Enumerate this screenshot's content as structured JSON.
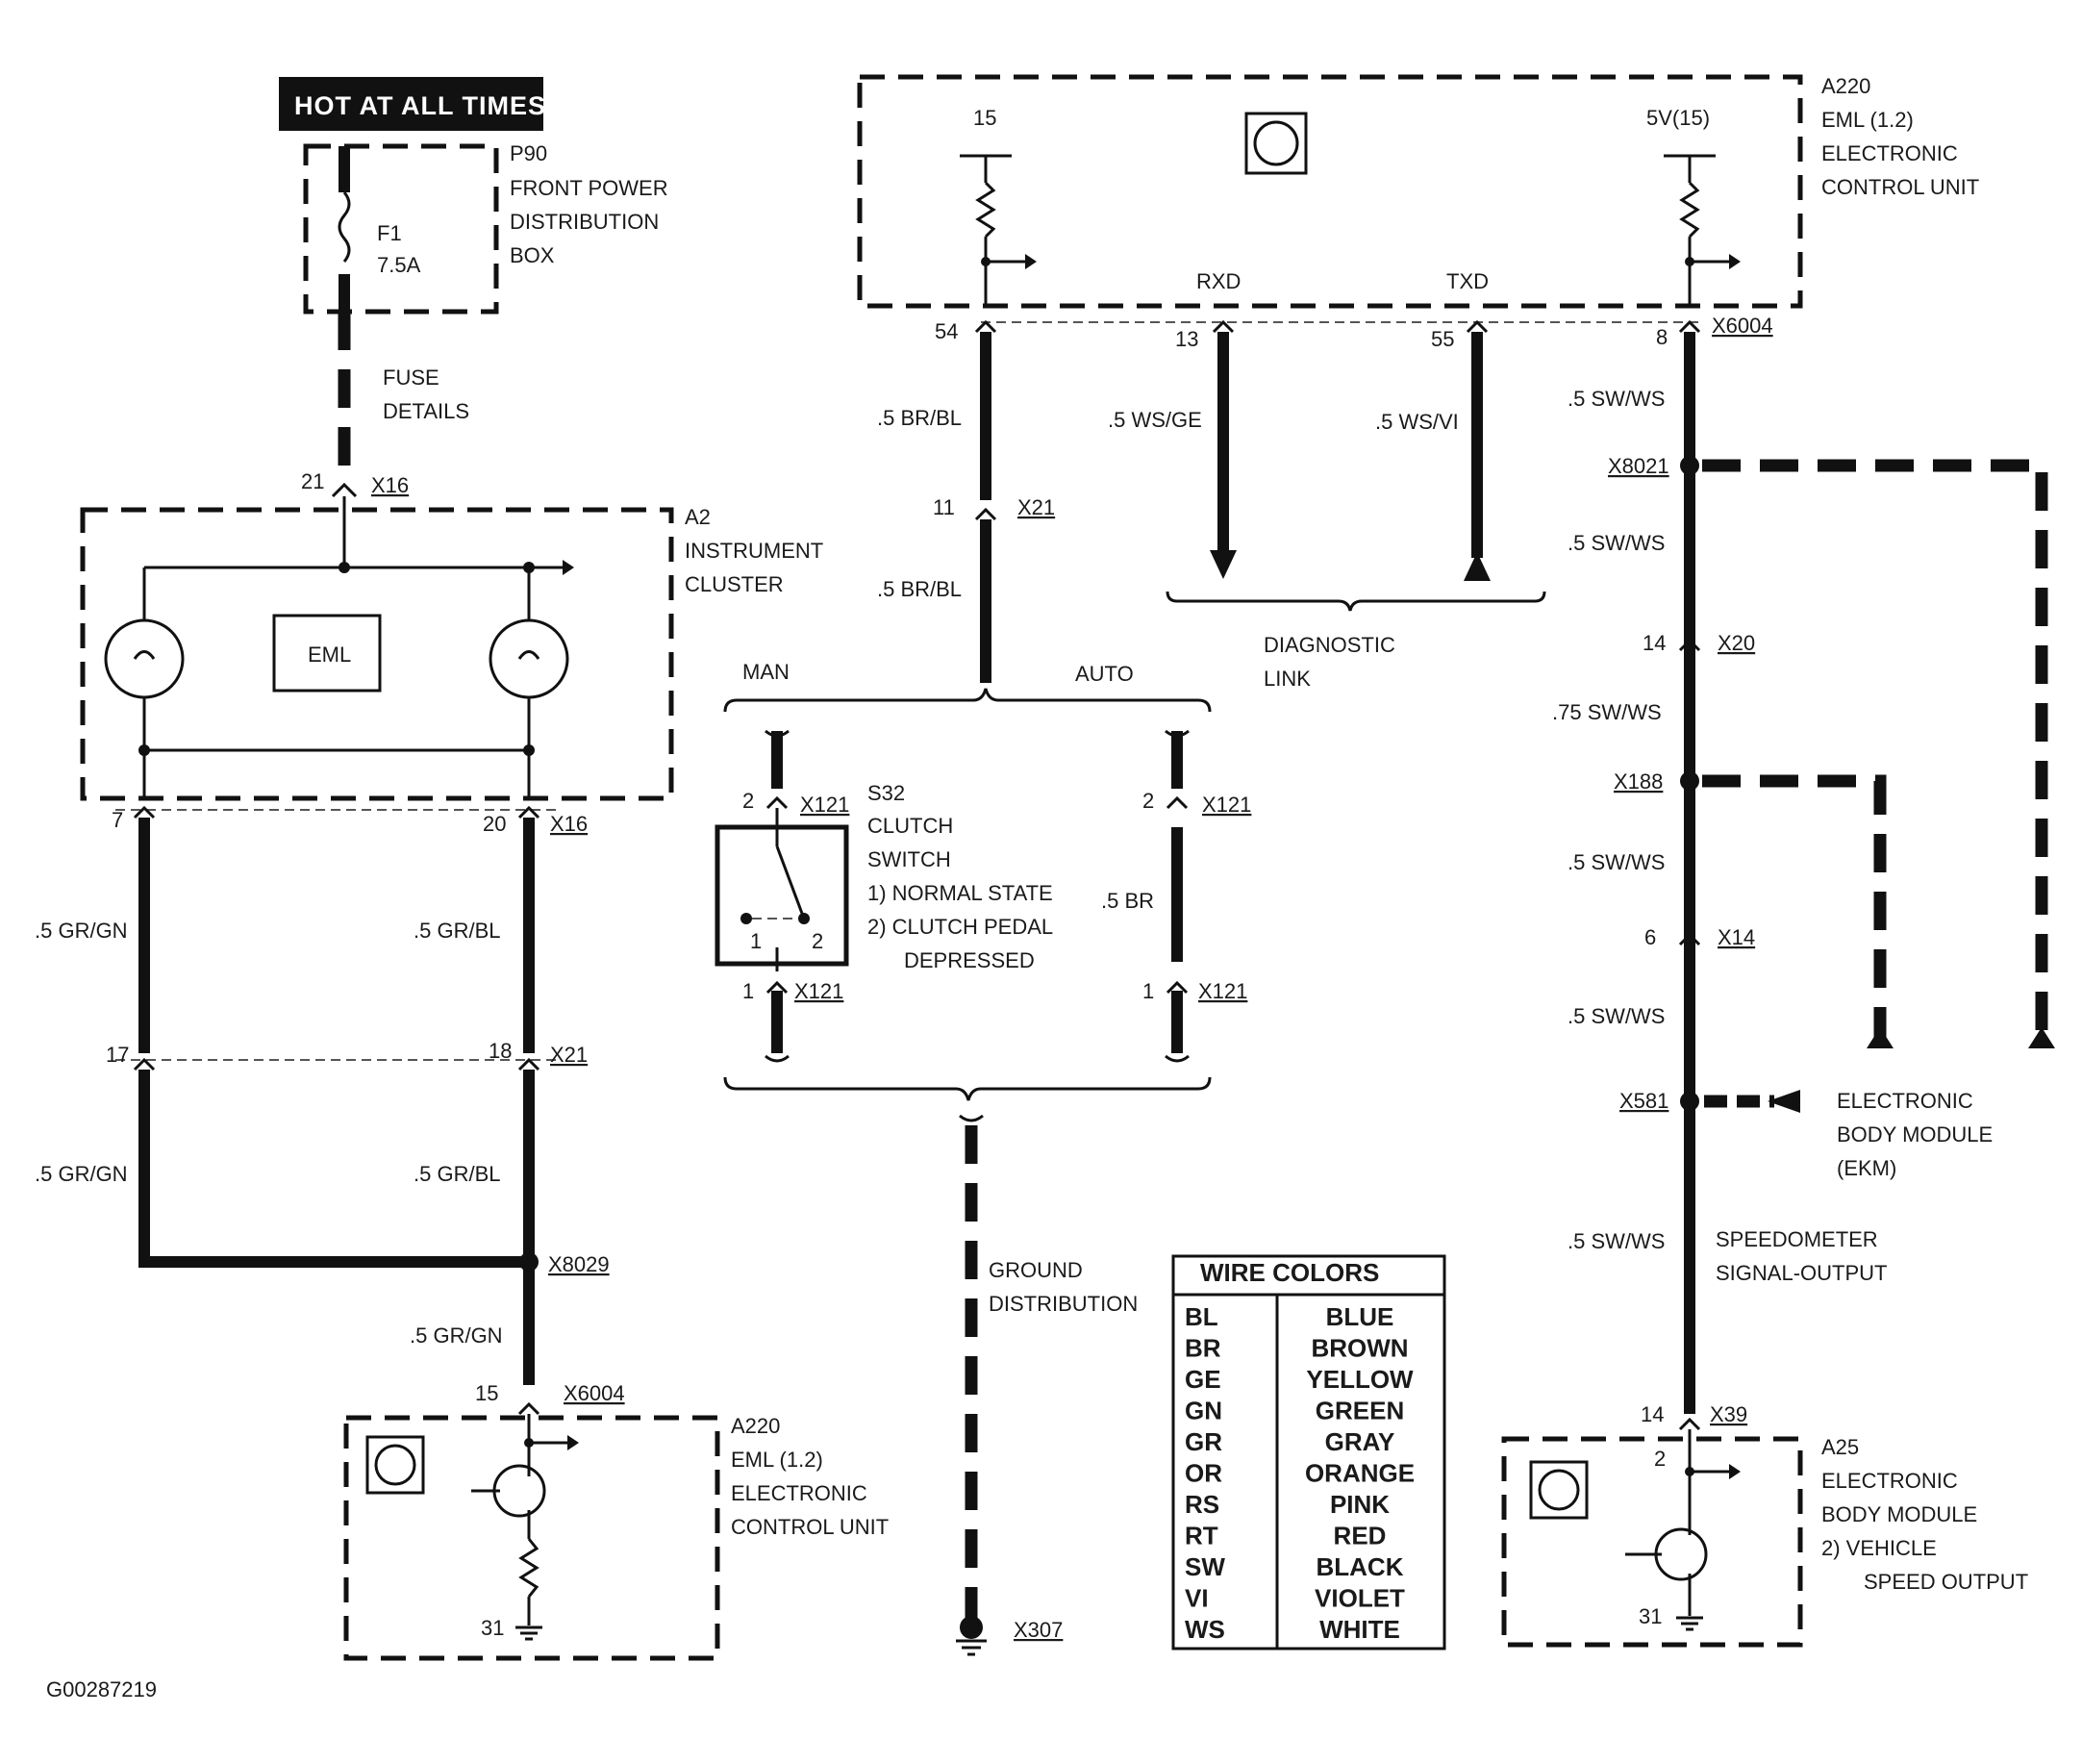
{
  "hot_label": "HOT AT ALL TIMES",
  "p90": {
    "id": "P90",
    "line1": "FRONT POWER",
    "line2": "DISTRIBUTION",
    "line3": "BOX",
    "fuse_id": "F1",
    "fuse_rating": "7.5A"
  },
  "fuse_details": {
    "line1": "FUSE",
    "line2": "DETAILS"
  },
  "a2": {
    "id": "A2",
    "line1": "INSTRUMENT",
    "line2": "CLUSTER",
    "eml": "EML"
  },
  "a220_top": {
    "id": "A220",
    "line1": "EML (1.2)",
    "line2": "ELECTRONIC",
    "line3": "CONTROL UNIT",
    "pin15": "15",
    "pin5v": "5V(15)",
    "rxd": "RXD",
    "txd": "TXD"
  },
  "a220_bottom": {
    "id": "A220",
    "line1": "EML (1.2)",
    "line2": "ELECTRONIC",
    "line3": "CONTROL UNIT",
    "ground_pin": "31"
  },
  "a25": {
    "id": "A25",
    "line1": "ELECTRONIC",
    "line2": "BODY MODULE",
    "line3": "2)   VEHICLE",
    "line4": "SPEED OUTPUT",
    "pin2": "2",
    "ground_pin": "31"
  },
  "s32": {
    "id": "S32",
    "line1": "CLUTCH",
    "line2": "SWITCH",
    "line3": "1)    NORMAL STATE",
    "line4": "2)    CLUTCH PEDAL",
    "line5": "DEPRESSED",
    "pos1": "1",
    "pos2": "2"
  },
  "man_label": "MAN",
  "auto_label": "AUTO",
  "diagnostic": {
    "line1": "DIAGNOSTIC",
    "line2": "LINK"
  },
  "ground_dist": {
    "line1": "GROUND",
    "line2": "DISTRIBUTION",
    "connector": "X307"
  },
  "ekm": {
    "line1": "ELECTRONIC",
    "line2": "BODY MODULE",
    "line3": "(EKM)"
  },
  "speedo": {
    "line1": "SPEEDOMETER",
    "line2": "SIGNAL-OUTPUT"
  },
  "pins": {
    "p21": "21",
    "x16a": "X16",
    "p7": "7",
    "p20": "20",
    "x16b": "X16",
    "p17": "17",
    "p18": "18",
    "x21a": "X21",
    "x8029": "X8029",
    "p15": "15",
    "x6004a": "X6004",
    "p54": "54",
    "p11": "11",
    "x21b": "X21",
    "p13": "13",
    "p55": "55",
    "p8": "8",
    "x6004b": "X6004",
    "x8021": "X8021",
    "p14a": "14",
    "x20": "X20",
    "x188": "X188",
    "p6": "6",
    "x14": "X14",
    "x581": "X581",
    "p14b": "14",
    "x39": "X39",
    "s2a": "2",
    "x121a": "X121",
    "s1a": "1",
    "x121b": "X121",
    "s2b": "2",
    "x121c": "X121",
    "s1b": "1",
    "x121d": "X121"
  },
  "wires": {
    "gr_gn_1": ".5 GR/GN",
    "gr_bl_1": ".5 GR/BL",
    "gr_gn_2": ".5 GR/GN",
    "gr_bl_2": ".5 GR/BL",
    "gr_gn_3": ".5 GR/GN",
    "br_bl_1": ".5 BR/BL",
    "br_bl_2": ".5 BR/BL",
    "ws_ge": ".5 WS/GE",
    "ws_vi": ".5 WS/VI",
    "br": ".5 BR",
    "sw_ws_1": ".5 SW/WS",
    "sw_ws_2": ".5 SW/WS",
    "sw_ws_3": ".75 SW/WS",
    "sw_ws_4": ".5 SW/WS",
    "sw_ws_5": ".5 SW/WS",
    "sw_ws_6": ".5 SW/WS"
  },
  "wire_colors": {
    "title": "WIRE COLORS",
    "rows": [
      {
        "code": "BL",
        "name": "BLUE"
      },
      {
        "code": "BR",
        "name": "BROWN"
      },
      {
        "code": "GE",
        "name": "YELLOW"
      },
      {
        "code": "GN",
        "name": "GREEN"
      },
      {
        "code": "GR",
        "name": "GRAY"
      },
      {
        "code": "OR",
        "name": "ORANGE"
      },
      {
        "code": "RS",
        "name": "PINK"
      },
      {
        "code": "RT",
        "name": "RED"
      },
      {
        "code": "SW",
        "name": "BLACK"
      },
      {
        "code": "VI",
        "name": "VIOLET"
      },
      {
        "code": "WS",
        "name": "WHITE"
      }
    ]
  },
  "figure_id": "G00287219"
}
